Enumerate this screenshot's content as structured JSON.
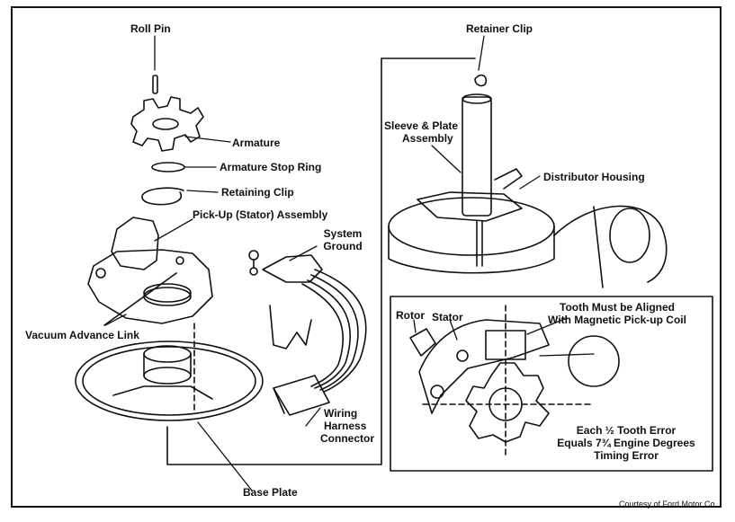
{
  "labels": {
    "roll_pin": "Roll Pin",
    "armature": "Armature",
    "armature_stop_ring": "Armature Stop Ring",
    "retaining_clip": "Retaining Clip",
    "pickup_assembly": "Pick-Up (Stator) Assembly",
    "system_ground_1": "System",
    "system_ground_2": "Ground",
    "vacuum_advance_link": "Vacuum Advance Link",
    "wiring_1": "Wiring",
    "wiring_2": "Harness",
    "wiring_3": "Connector",
    "base_plate": "Base Plate",
    "retainer_clip": "Retainer Clip",
    "sleeve_1": "Sleeve & Plate",
    "sleeve_2": "Assembly",
    "distributor_housing": "Distributor Housing",
    "rotor": "Rotor",
    "stator": "Stator",
    "tooth_1": "Tooth Must be Aligned",
    "tooth_2": "With Magnetic Pick-up Coil",
    "error_1": "Each ½ Tooth Error",
    "error_2": "Equals 7¾ Engine Degrees",
    "error_3": "Timing Error"
  },
  "credit": "Courtesy of Ford Motor Co."
}
